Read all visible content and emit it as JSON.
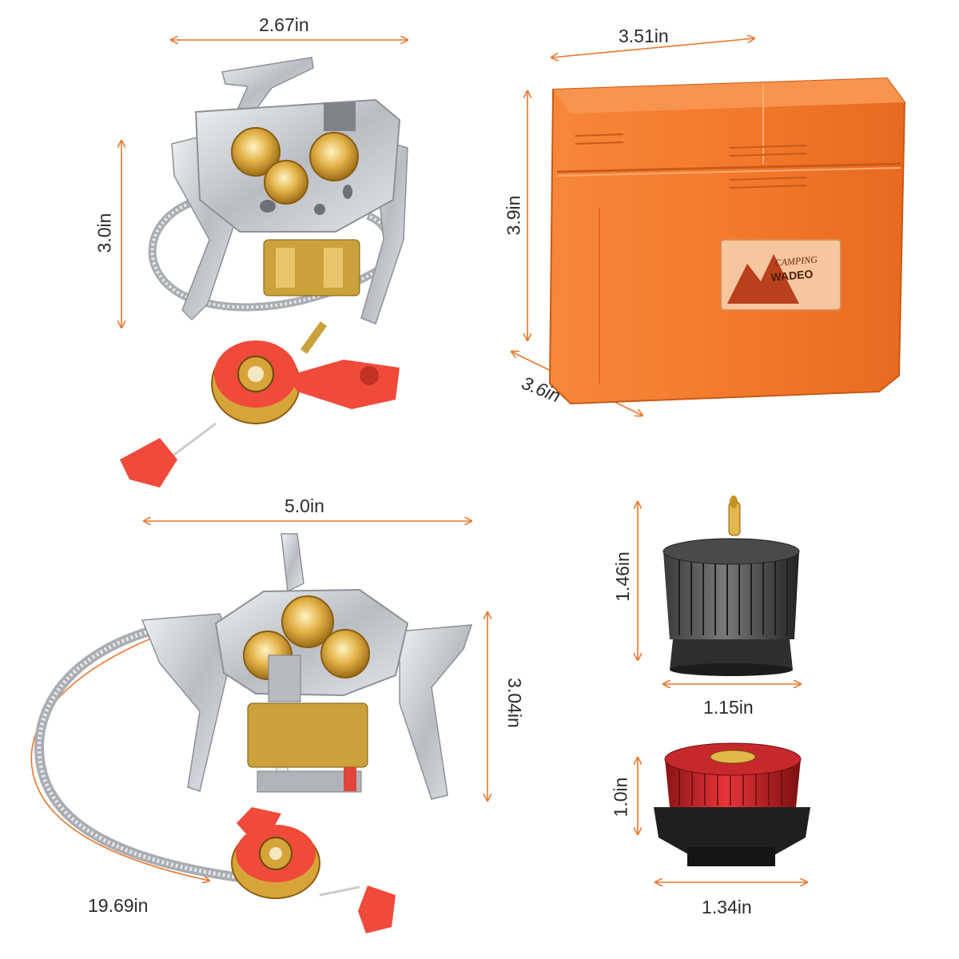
{
  "brand": {
    "logo_top": "CAMPING",
    "logo_bottom": "WADEO"
  },
  "colors": {
    "dimension_line": "#e8772e",
    "case_orange": "#f07a2e",
    "steel": "#c9ccd0",
    "brass": "#d9a83a",
    "valve_red": "#ef4a3a"
  },
  "dimensions": {
    "stove_top_width": "2.67in",
    "stove_top_height": "3.0in",
    "case_width": "3.51in",
    "case_height": "3.9in",
    "case_depth": "3.6in",
    "stove_open_width": "5.0in",
    "stove_open_height": "3.04in",
    "hose_length": "19.69in",
    "adapter_black_height": "1.46in",
    "adapter_black_width": "1.15in",
    "adapter_red_height": "1.0in",
    "adapter_red_width": "1.34in"
  }
}
